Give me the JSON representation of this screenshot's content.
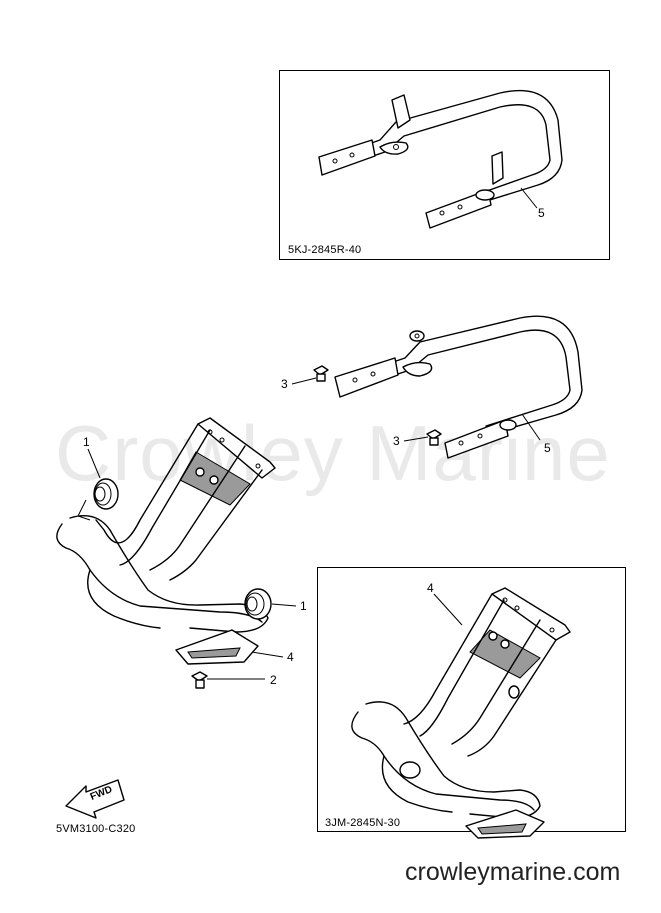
{
  "watermark": "Crowley Marine",
  "site": "crowleymarine.com",
  "inset_top": {
    "code": "5KJ-2845R-40"
  },
  "inset_bottom": {
    "code": "3JM-2845N-30"
  },
  "diagram_code": "5VM3100-C320",
  "fwd_label": "FWD",
  "callouts": {
    "top_inset_5": "5",
    "mid_3a": "3",
    "mid_3b": "3",
    "mid_5": "5",
    "left_1": "1",
    "right_1": "1",
    "part_4": "4",
    "part_2": "2",
    "inset_4": "4"
  }
}
